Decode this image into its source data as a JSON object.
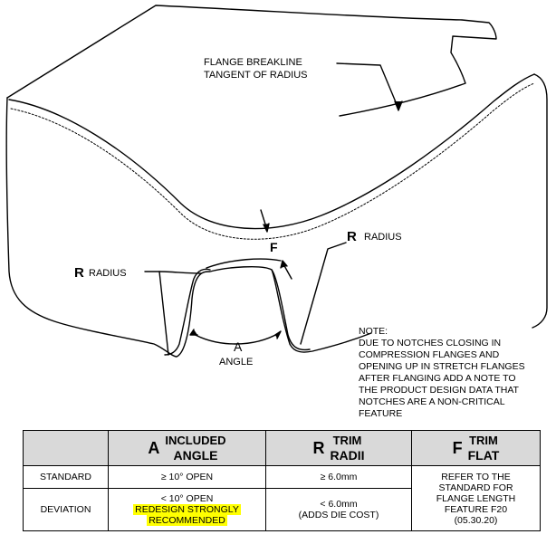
{
  "diagram": {
    "labels": {
      "flange_breakline_1": "FLANGE BREAKLINE",
      "flange_breakline_2": "TANGENT OF RADIUS",
      "r_left_letter": "R",
      "r_left_text": "RADIUS",
      "r_right_letter": "R",
      "r_right_text": "RADIUS",
      "f_letter": "F",
      "a_letter": "A",
      "a_text": "ANGLE"
    },
    "note": {
      "heading": "NOTE:",
      "lines": [
        "DUE TO NOTCHES CLOSING IN",
        "COMPRESSION FLANGES AND",
        "OPENING UP IN STRETCH FLANGES",
        "AFTER FLANGING ADD A NOTE TO",
        "THE PRODUCT DESIGN DATA THAT",
        "NOTCHES ARE A NON-CRITICAL",
        "FEATURE"
      ]
    }
  },
  "table": {
    "headers": [
      {
        "letter": "A",
        "line1": "INCLUDED",
        "line2": "ANGLE"
      },
      {
        "letter": "R",
        "line1": "TRIM",
        "line2": "RADII"
      },
      {
        "letter": "F",
        "line1": "TRIM",
        "line2": "FLAT"
      }
    ],
    "rows": {
      "standard": {
        "label": "STANDARD",
        "angle": "≥ 10° OPEN",
        "radii": "≥ 6.0mm"
      },
      "deviation": {
        "label": "DEVIATION",
        "angle_line1": "< 10° OPEN",
        "angle_hl1": "REDESIGN STRONGLY",
        "angle_hl2": "RECOMMENDED",
        "radii_line1": "< 6.0mm",
        "radii_line2": "(ADDS DIE COST)"
      },
      "flat_lines": [
        "REFER TO THE",
        "STANDARD FOR",
        "FLANGE LENGTH",
        "FEATURE F20",
        "(05.30.20)"
      ]
    },
    "highlight_color": "#ffff00",
    "header_fill": "#d9d9d9"
  }
}
